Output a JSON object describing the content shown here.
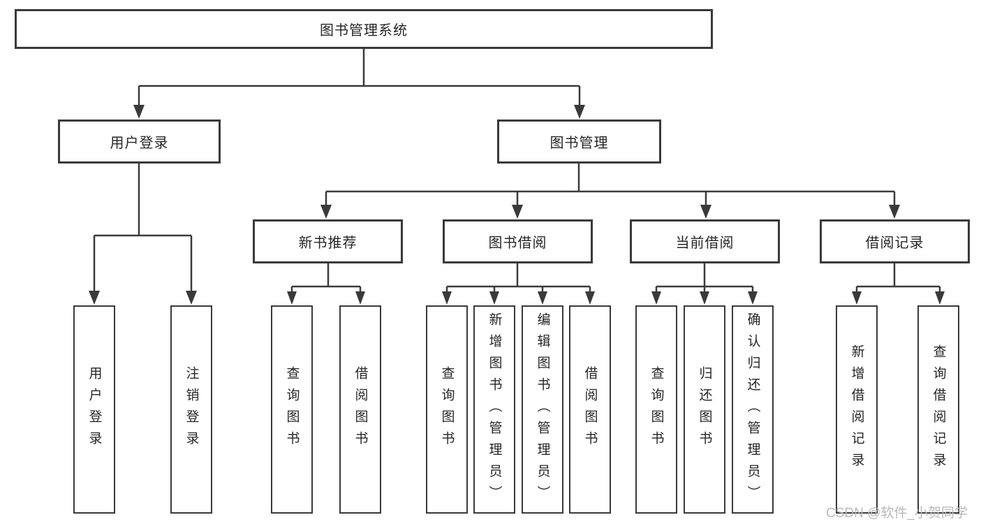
{
  "nodes": {
    "root": "图书管理系统",
    "user_login": "用户登录",
    "book_mgmt": "图书管理",
    "new_book_rec": "新书推荐",
    "book_borrow": "图书借阅",
    "current_borrow": "当前借阅",
    "borrow_record": "借阅记录",
    "ul_user_login": "用户登录",
    "ul_logout": "注销登录",
    "nbr_query_book": "查询图书",
    "nbr_borrow_book": "借阅图书",
    "bb_query_book": "查询图书",
    "bb_add_book": "新增图书（管理员）",
    "bb_edit_book": "编辑图书（管理员）",
    "bb_borrow_book": "借阅图书",
    "cb_query_book": "查询图书",
    "cb_return_book": "归还图书",
    "cb_confirm_return": "确认归还（管理员）",
    "br_add_record": "新增借阅记录",
    "br_query_record": "查询借阅记录"
  },
  "watermark": "CSDN @软件_小贺同学",
  "colors": {
    "line": "#3a3a3a",
    "text": "#262626",
    "watermark": "#b9b9b9",
    "background": "#ffffff"
  }
}
